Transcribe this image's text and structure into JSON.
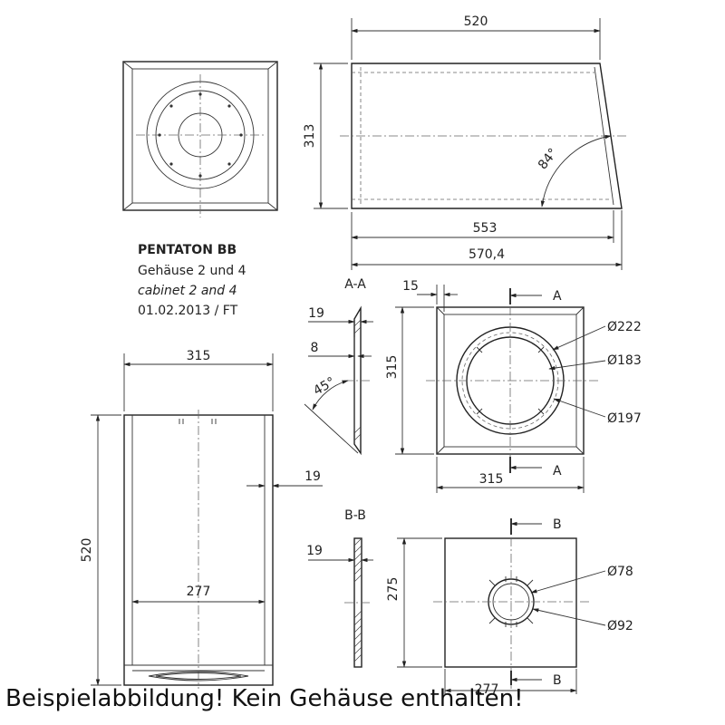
{
  "title_block": {
    "project": "PENTATON BB",
    "line_de": "Gehäuse 2 und 4",
    "line_en": "cabinet 2 and 4",
    "date_author": "01.02.2013 / FT"
  },
  "front_view": {},
  "side_view": {
    "dim_depth_top": "520",
    "dim_height": "313",
    "dim_angle": "84°",
    "dim_bottom_1": "553",
    "dim_bottom_2": "570,4"
  },
  "bottom_view": {
    "dim_width": "315",
    "dim_length": "520",
    "dim_inner_width": "277",
    "dim_wall": "19"
  },
  "section_a": {
    "label": "A-A",
    "dim_thickness": "19",
    "dim_recess": "8",
    "dim_chamfer_angle": "45°",
    "dim_offset": "15",
    "dim_size_h": "315",
    "dim_size_v": "315",
    "cut_mark": "A",
    "dia_1": "Ø222",
    "dia_2": "Ø183",
    "dia_3": "Ø197"
  },
  "section_b": {
    "label": "B-B",
    "dim_thickness": "19",
    "dim_height": "275",
    "dim_width": "277",
    "cut_mark": "B",
    "dia_1": "Ø78",
    "dia_2": "Ø92"
  },
  "footer": {
    "note": "Beispielabbildung! Kein Gehäuse enthalten!"
  }
}
